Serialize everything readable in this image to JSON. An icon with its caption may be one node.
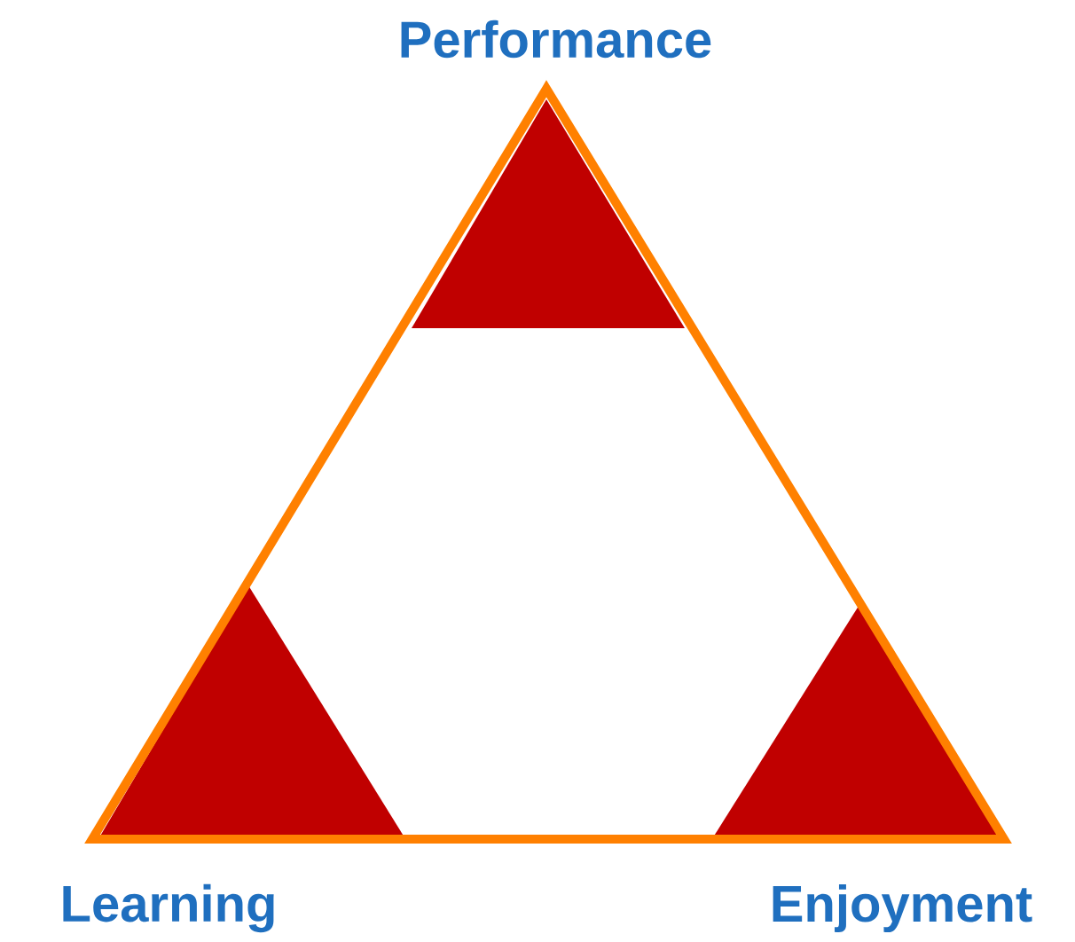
{
  "diagram": {
    "nodes": [
      {
        "text": [
          "Performance"
        ]
      },
      {
        "text": [
          "Learning"
        ]
      },
      {
        "text": [
          "Enjoyment"
        ]
      }
    ]
  }
}
